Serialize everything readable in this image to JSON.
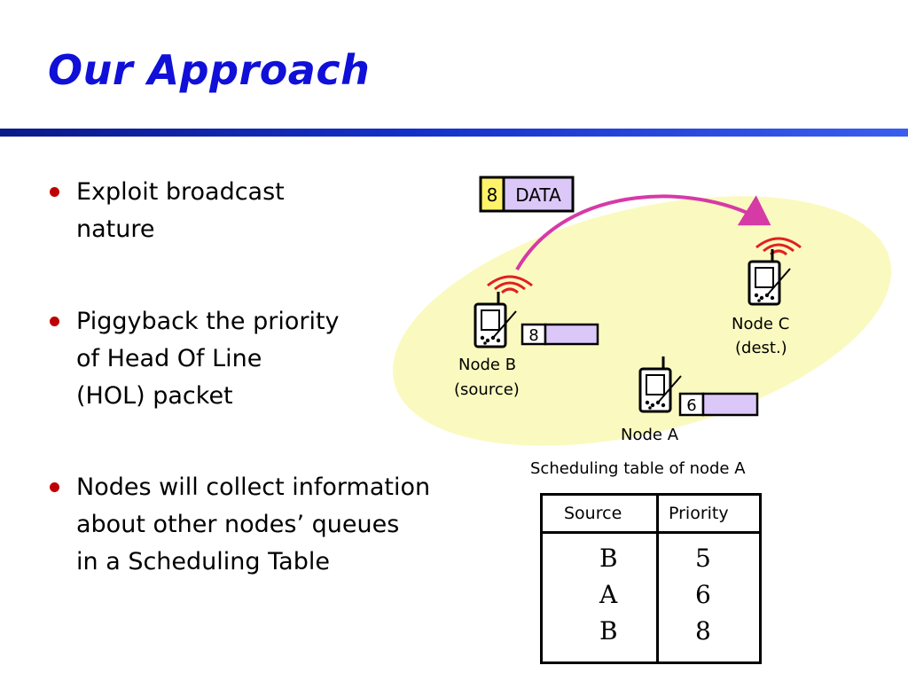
{
  "slide": {
    "title": "Our Approach"
  },
  "bullets": [
    {
      "lines": "Exploit broadcast\nnature"
    },
    {
      "lines": "Piggyback the priority\nof Head Of Line\n(HOL) packet"
    },
    {
      "lines": "Nodes will collect information\nabout other nodes’ queues\nin a Scheduling Table"
    }
  ],
  "diagram": {
    "packet": {
      "priority": "8",
      "label": "DATA"
    },
    "nodes": {
      "b": {
        "name": "Node B",
        "role": "(source)",
        "queue_value": "8"
      },
      "c": {
        "name": "Node C",
        "role": "(dest.)"
      },
      "a": {
        "name": "Node A",
        "queue_value": "6"
      }
    },
    "colors": {
      "ellipse": "#fafac0",
      "arrow": "#d63aa6",
      "queue_fill": "#dcc8f8",
      "priority_fill": "#fff36a",
      "data_fill": "#dcc8f8",
      "wave": "#e02020"
    }
  },
  "table": {
    "caption": "Scheduling table of node A",
    "headers": {
      "source": "Source",
      "priority": "Priority"
    },
    "rows": [
      {
        "source": "B",
        "priority": "5"
      },
      {
        "source": "A",
        "priority": "6"
      },
      {
        "source": "B",
        "priority": "8"
      }
    ]
  }
}
